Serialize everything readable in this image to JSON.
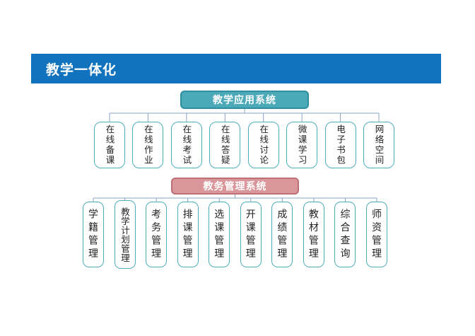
{
  "page_title": "教学一体化",
  "colors": {
    "header_blue": "#1173BD",
    "teal_fill": "#4BA9B8",
    "teal_border": "#2F8FA1",
    "pink_fill": "#D9979B",
    "pink_border": "#BE6F75",
    "node_border": "#4FAEBC",
    "connector": "#8AA3C7",
    "node_text": "#222222"
  },
  "tree": {
    "groups": [
      {
        "parent": "教学应用系统",
        "children": [
          "在线备课",
          "在线作业",
          "在线考试",
          "在线答疑",
          "在线讨论",
          "微课学习",
          "电子书包",
          "网络空间"
        ]
      },
      {
        "parent": "教务管理系统",
        "children": [
          "学籍管理",
          "教学计划管理",
          "考务管理",
          "排课管理",
          "选课管理",
          "开课管理",
          "成绩管理",
          "教材管理",
          "综合查询",
          "师资管理"
        ]
      }
    ]
  }
}
